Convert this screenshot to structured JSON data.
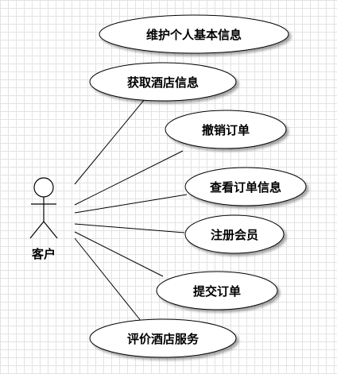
{
  "actor": {
    "label": "客户"
  },
  "use_cases": [
    {
      "label": "维护个人基本信息"
    },
    {
      "label": "获取酒店信息"
    },
    {
      "label": "撤销订单"
    },
    {
      "label": "查看订单信息"
    },
    {
      "label": "注册会员"
    },
    {
      "label": "提交订单"
    },
    {
      "label": "评价酒店服务"
    }
  ]
}
